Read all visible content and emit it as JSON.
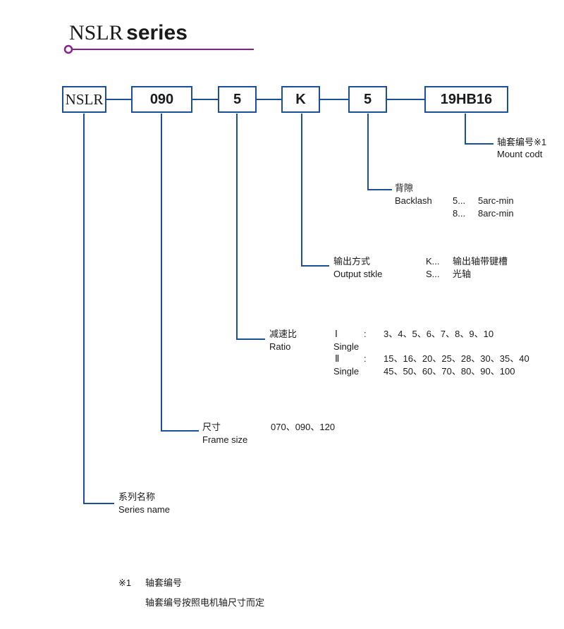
{
  "title": {
    "part1": "NSLR",
    "part2": "series"
  },
  "colors": {
    "accent": "#8b1e8e",
    "line": "#1a4f9c",
    "text": "#1a1a1a"
  },
  "codes": [
    "NSLR",
    "090",
    "5",
    "K",
    "5",
    "19HB16"
  ],
  "mount": {
    "cn": "轴套编号※1",
    "en": "Mount codt"
  },
  "backlash": {
    "cn": "背隙",
    "en": "Backlash",
    "options": [
      {
        "key": "5...",
        "value": "5arc-min"
      },
      {
        "key": "8...",
        "value": "8arc-min"
      }
    ]
  },
  "output": {
    "cn": "输出方式",
    "en": "Output stkle",
    "options": [
      {
        "key": "K...",
        "value": "输出轴带键槽"
      },
      {
        "key": "S...",
        "value": "光轴"
      }
    ]
  },
  "ratio": {
    "cn": "减速比",
    "en": "Ratio",
    "rows": [
      {
        "stage": "Ⅰ",
        "sep": ":",
        "values": "3、4、5、6、7、8、9、10"
      },
      {
        "stage": "Single",
        "sep": "",
        "values": ""
      },
      {
        "stage": "Ⅱ",
        "sep": ":",
        "values": "15、16、20、25、28、30、35、40"
      },
      {
        "stage": "Single",
        "sep": "",
        "values": "45、50、60、70、80、90、100"
      }
    ]
  },
  "frame": {
    "cn": "尺寸",
    "en": "Frame size",
    "values": "070、090、120"
  },
  "series": {
    "cn": "系列名称",
    "en": "Series name"
  },
  "note": {
    "mark": "※1",
    "title": "轴套编号",
    "text": "轴套编号按照电机轴尺寸而定"
  }
}
